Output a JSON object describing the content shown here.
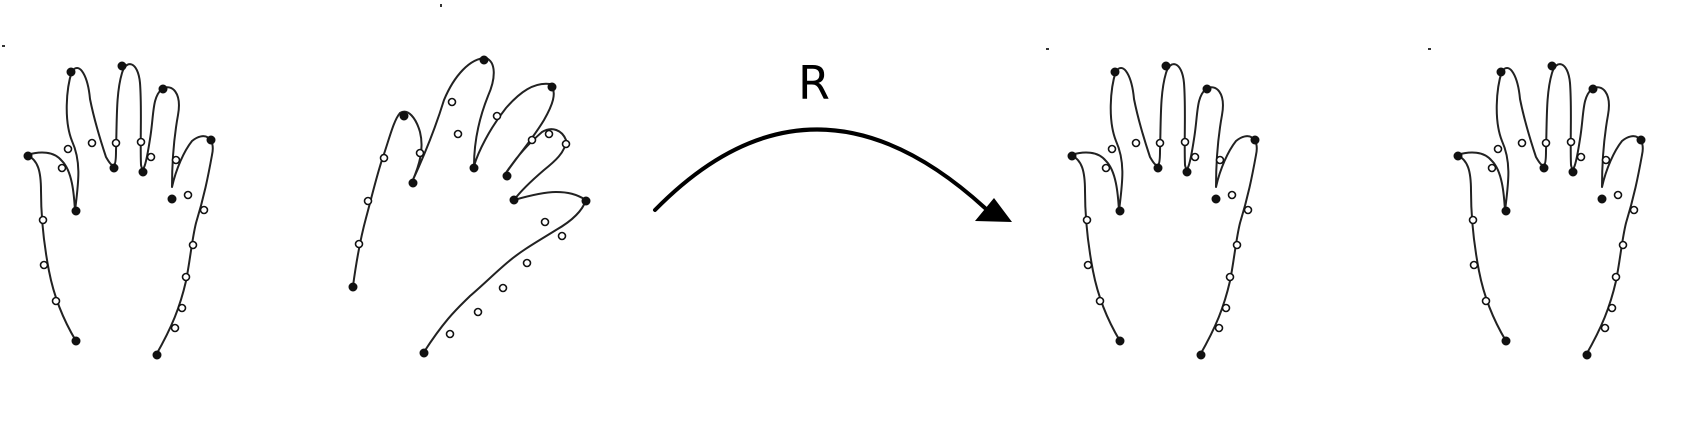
{
  "figure": {
    "transform_label": "R",
    "panels": [
      {
        "id": "source-hand",
        "pose": "upright"
      },
      {
        "id": "source-hand-tilted",
        "pose": "tilted"
      },
      {
        "id": "target-hand-a",
        "pose": "upright"
      },
      {
        "id": "target-hand-b",
        "pose": "upright"
      }
    ],
    "landmark_styles": {
      "extremity": "filled",
      "intermediate": "hollow"
    },
    "colors": {
      "stroke": "#222222",
      "background": "#ffffff",
      "arrow": "#000000"
    }
  }
}
